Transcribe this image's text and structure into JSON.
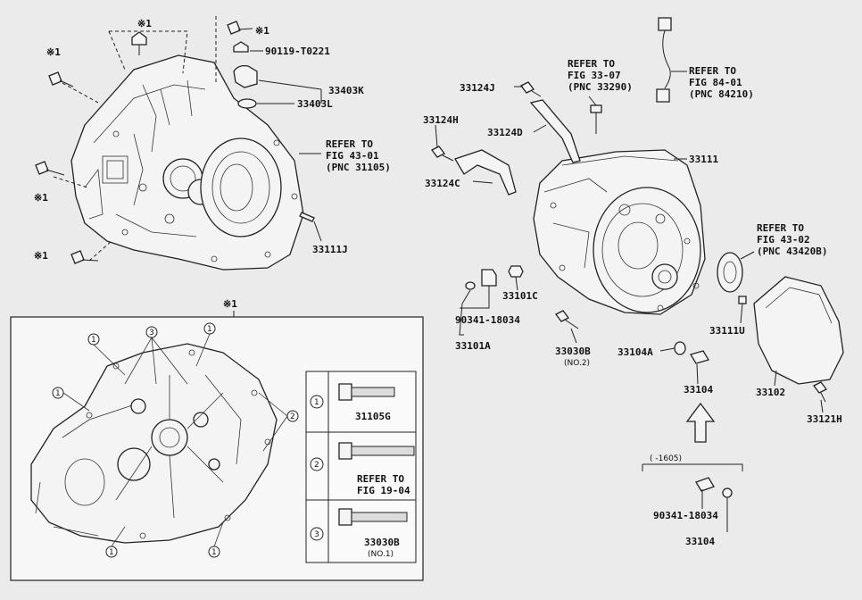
{
  "labels": {
    "ref_mark": "※1",
    "p90119": "90119-T0221",
    "p33403K": "33403K",
    "p33403L": "33403L",
    "ref43_01_a": "REFER TO",
    "ref43_01_b": "FIG 43-01",
    "ref43_01_c": "(PNC 31105)",
    "p33111J": "33111J",
    "ref33_07_a": "REFER TO",
    "ref33_07_b": "FIG 33-07",
    "ref33_07_c": "(PNC 33290)",
    "ref84_01_a": "REFER TO",
    "ref84_01_b": "FIG 84-01",
    "ref84_01_c": "(PNC 84210)",
    "p33124J": "33124J",
    "p33124H": "33124H",
    "p33124D": "33124D",
    "p33124C": "33124C",
    "p33111": "33111",
    "ref43_02_a": "REFER TO",
    "ref43_02_b": "FIG 43-02",
    "ref43_02_c": "(PNC 43420B)",
    "p90341_a": "90341-18034",
    "p33101C": "33101C",
    "p33101A": "33101A",
    "p33030B": "33030B",
    "no2": "(NO.2)",
    "p33104A": "33104A",
    "p33104": "33104",
    "p33111U": "33111U",
    "p33102": "33102",
    "p33121H": "33121H",
    "range": "(    -1605)",
    "p90341_b": "90341-18034",
    "p33104_b": "33104"
  },
  "legend": {
    "n1": "1",
    "n2": "2",
    "n3": "3",
    "r1_part": "31105G",
    "r2_a": "REFER TO",
    "r2_b": "FIG 19-04",
    "r3_part": "33030B",
    "r3_note": "(NO.1)"
  },
  "callouts": {
    "c1": "1",
    "c2": "2",
    "c3": "3"
  }
}
